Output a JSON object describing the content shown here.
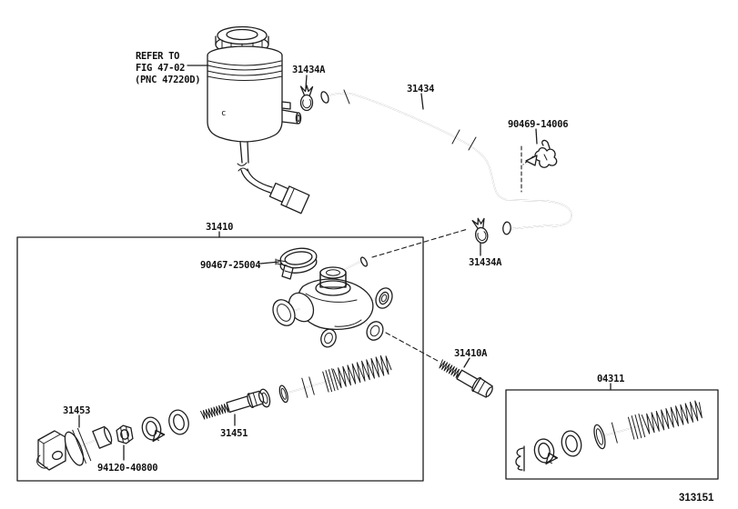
{
  "figure": {
    "background": "#ffffff",
    "line_color": "#1d1d1d",
    "note": {
      "line1": "REFER TO",
      "line2": "FIG 47-02",
      "line3": "(PNC 47220D)"
    },
    "reservoir_mark": "c",
    "labels": {
      "clamp_upper": "31434A",
      "hose": "31434",
      "hose_clip": "90469-14006",
      "master_cylinder_assembly": "31410",
      "band_clamp": "90467-25004",
      "clamp_lower": "31434A",
      "mounting_bolt": "31410A",
      "repair_kit": "04311",
      "switch": "31453",
      "nut": "94120-40800",
      "push_rod_bolt": "31451",
      "figure_number": "313151"
    }
  }
}
